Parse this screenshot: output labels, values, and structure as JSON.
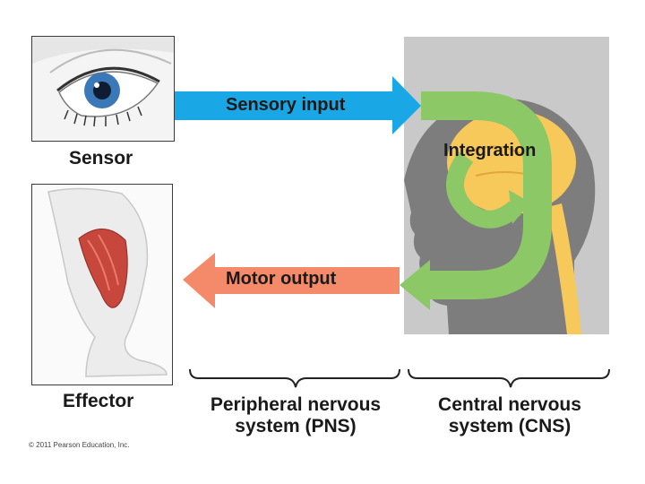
{
  "colors": {
    "sensory_arrow": "#19a7e6",
    "motor_arrow": "#f58a6a",
    "integration_loop": "#8cc866",
    "cns_background": "#c9c9c9",
    "head_silhouette": "#7d7d7d",
    "brain": "#f7c85a"
  },
  "icons": {
    "sensor_image": "eye",
    "effector_image": "leg-calf-muscle",
    "cns_image": "head-with-brain-and-spinal-cord"
  },
  "sensor": {
    "label": "Sensor"
  },
  "effector": {
    "label": "Effector"
  },
  "arrows": {
    "sensory_input": "Sensory input",
    "motor_output": "Motor output",
    "integration": "Integration"
  },
  "systems": {
    "pns_line1": "Peripheral nervous",
    "pns_line2": "system (PNS)",
    "cns_line1": "Central nervous",
    "cns_line2": "system (CNS)"
  },
  "copyright": "© 2011 Pearson Education, Inc."
}
